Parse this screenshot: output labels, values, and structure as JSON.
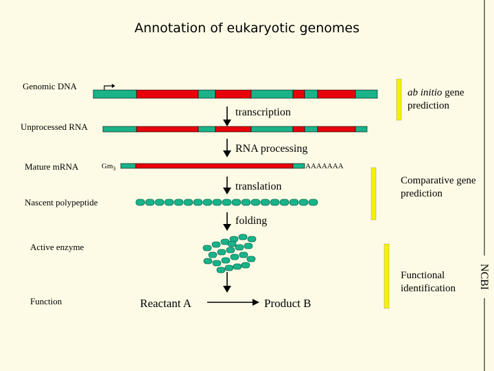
{
  "title": "Annotation of eukaryotic genomes",
  "labels": {
    "genomic_dna": "Genomic DNA",
    "unprocessed_rna": "Unprocessed RNA",
    "mature_mrna": "Mature mRNA",
    "nascent_polypeptide": "Nascent polypeptide",
    "active_enzyme": "Active enzyme",
    "function": "Function"
  },
  "steps": {
    "transcription": "transcription",
    "rna_processing": "RNA processing",
    "translation": "translation",
    "folding": "folding"
  },
  "mrna": {
    "cap": "Gm",
    "cap_sub": "3",
    "polya": "AAAAAAA"
  },
  "reaction": {
    "reactant": "Reactant A",
    "product": "Product B"
  },
  "predictions": {
    "ab_initio_italic": "ab initio",
    "ab_initio_rest": " gene",
    "ab_initio_line2": "prediction",
    "comparative": "Comparative gene prediction",
    "functional": "Functional identification"
  },
  "side_label": "NCBI",
  "colors": {
    "exon": "#e8000b",
    "intron": "#19b38a",
    "bar": "#f5f100",
    "protein": "#19b38a",
    "background": "#fdfbe6"
  }
}
